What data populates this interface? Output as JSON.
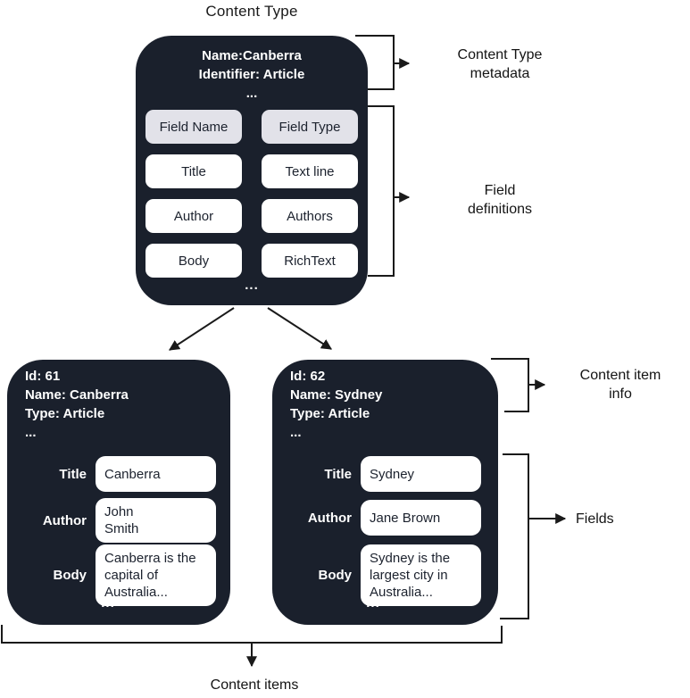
{
  "diagram": {
    "title": "Content Type",
    "content_type_box": {
      "metadata_lines": [
        "Name:Canberra",
        "Identifier: Article",
        "..."
      ],
      "field_table": {
        "headers": [
          "Field Name",
          "Field Type"
        ],
        "rows": [
          [
            "Title",
            "Text line"
          ],
          [
            "Author",
            "Authors"
          ],
          [
            "Body",
            "RichText"
          ]
        ]
      },
      "more": "..."
    },
    "content_items": [
      {
        "info_lines": [
          "Id: 61",
          "Name: Canberra",
          "Type: Article",
          "..."
        ],
        "fields": [
          {
            "label": "Title",
            "value": "Canberra"
          },
          {
            "label": "Author",
            "value": "John\nSmith"
          },
          {
            "label": "Body",
            "value": "Canberra is the\ncapital of\nAustralia..."
          }
        ],
        "more": "..."
      },
      {
        "info_lines": [
          "Id: 62",
          "Name: Sydney",
          "Type: Article",
          "..."
        ],
        "fields": [
          {
            "label": "Title",
            "value": "Sydney"
          },
          {
            "label": "Author",
            "value": "Jane Brown"
          },
          {
            "label": "Body",
            "value": "Sydney is the\nlargest city in\nAustralia..."
          }
        ],
        "more": "..."
      }
    ],
    "annotations": {
      "content_type_metadata": "Content Type\nmetadata",
      "field_definitions": "Field\ndefinitions",
      "content_item_info": "Content item\ninfo",
      "fields": "Fields",
      "content_items": "Content items"
    },
    "colors": {
      "box_background": "#1a202c",
      "header_chip_background": "#e2e2e9",
      "chip_background": "#ffffff",
      "line_color": "#1a1a1a",
      "text_on_dark": "#ffffff"
    }
  }
}
